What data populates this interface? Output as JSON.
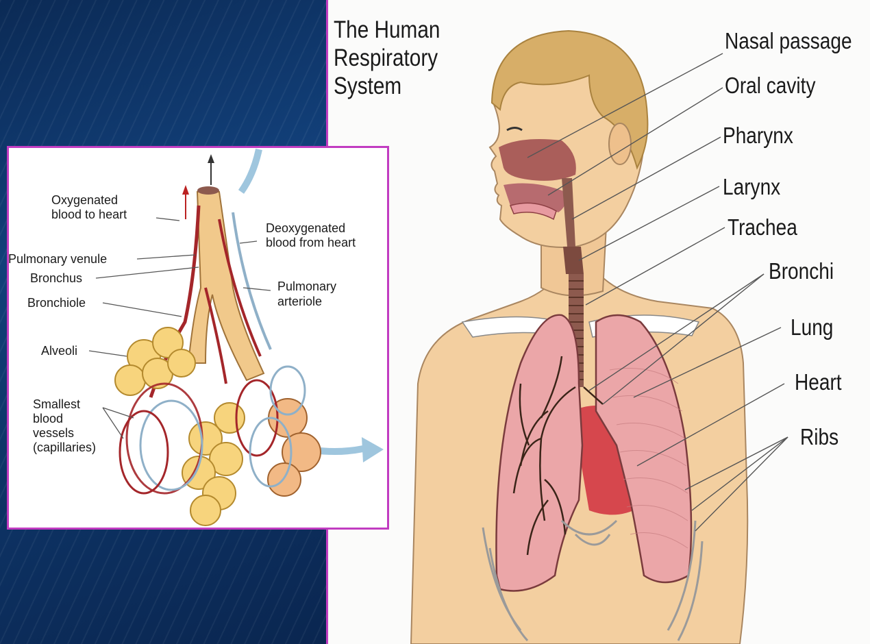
{
  "title_lines": [
    "The Human",
    "Respiratory",
    "System"
  ],
  "main_labels": {
    "nasal_passage": "Nasal passage",
    "oral_cavity": "Oral cavity",
    "pharynx": "Pharynx",
    "larynx": "Larynx",
    "trachea": "Trachea",
    "bronchi": "Bronchi",
    "lung": "Lung",
    "heart": "Heart",
    "ribs": "Ribs"
  },
  "inset_labels": {
    "oxygenated_1": "Oxygenated",
    "oxygenated_2": "blood to heart",
    "deoxygenated_1": "Deoxygenated",
    "deoxygenated_2": "blood from heart",
    "pulmonary_venule": "Pulmonary venule",
    "bronchus": "Bronchus",
    "bronchiole": "Bronchiole",
    "pulmonary_arteriole_1": "Pulmonary",
    "pulmonary_arteriole_2": "arteriole",
    "alveoli": "Alveoli",
    "capillaries_1": "Smallest",
    "capillaries_2": "blood",
    "capillaries_3": "vessels",
    "capillaries_4": "(capillaries)"
  },
  "colors": {
    "background_left": "#0e3568",
    "divider_border": "#c13cc1",
    "skin": "#f3cfa0",
    "hair": "#d7ae68",
    "lung_pink": "#eba6a8",
    "trachea": "#8d5a4e",
    "heart_red": "#d6474d",
    "alveoli_yellow": "#f7d47d",
    "blood_red": "#a4262a"
  }
}
